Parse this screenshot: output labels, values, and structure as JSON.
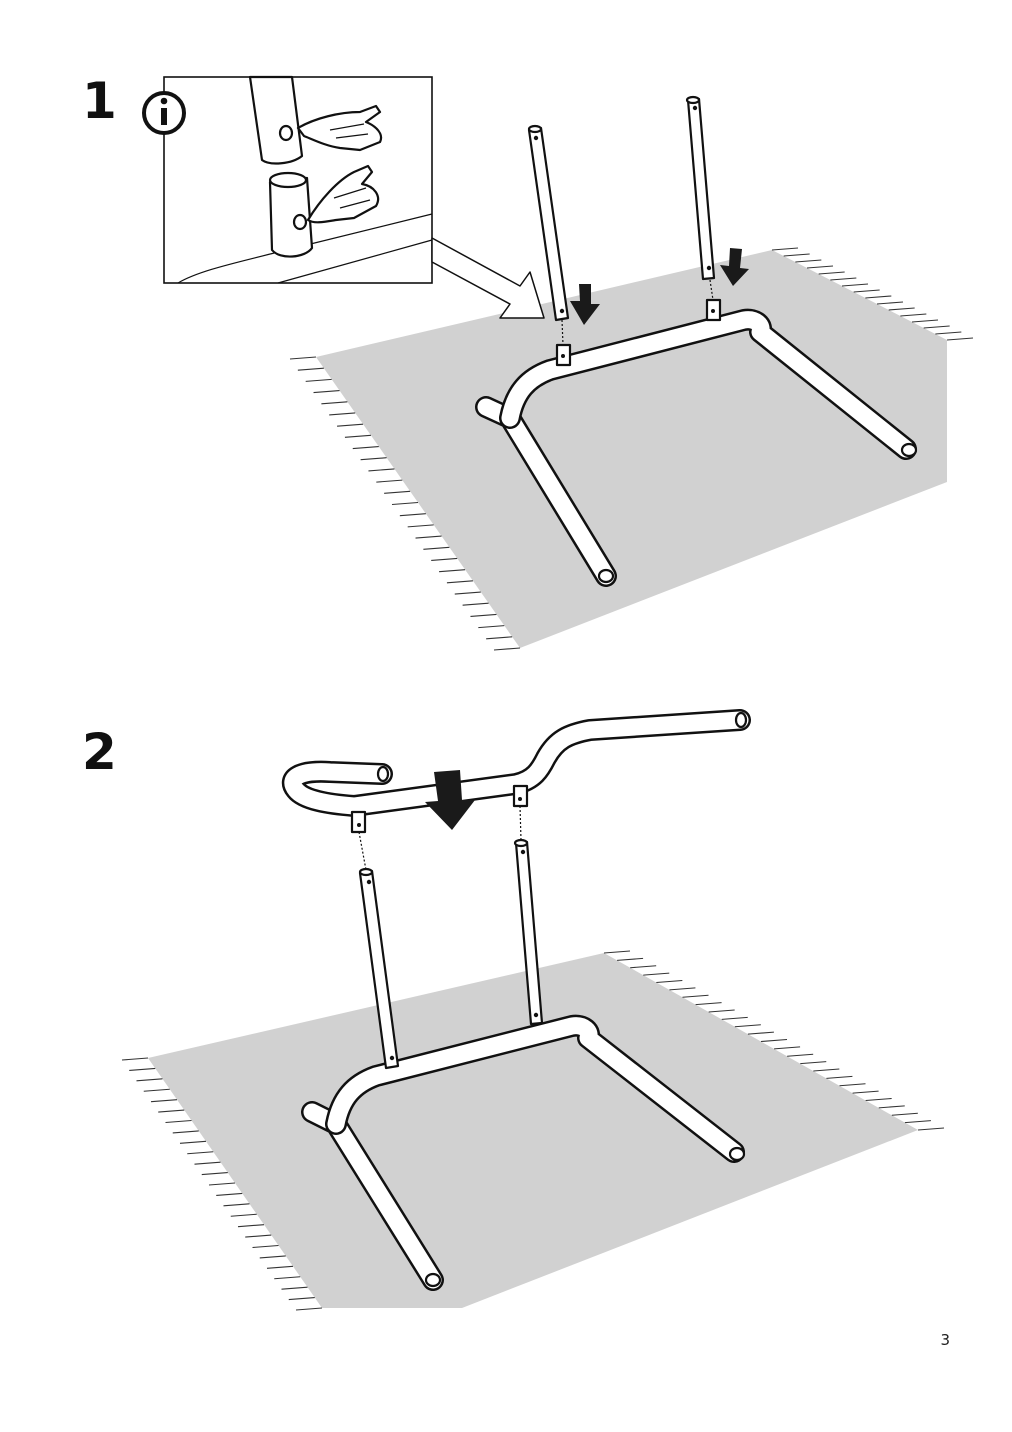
{
  "steps": [
    {
      "number": "1",
      "has_info_icon": true
    },
    {
      "number": "2",
      "has_info_icon": false
    }
  ],
  "page": {
    "number": "3"
  }
}
